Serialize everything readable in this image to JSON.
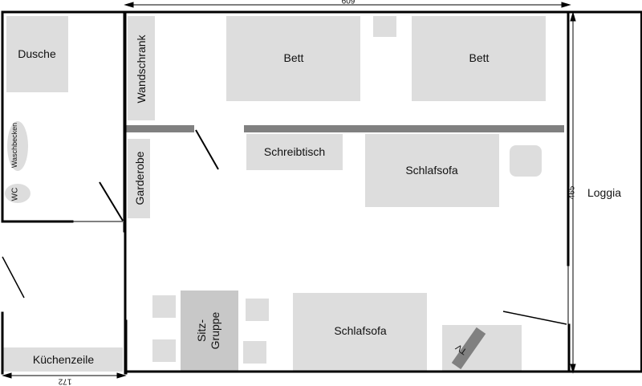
{
  "labels": {
    "shower": "Dusche",
    "wardrobe": "Wandschrank",
    "bed_left": "Bett",
    "bed_right": "Bett",
    "loggia": "Loggia",
    "sink": "Waschbecken",
    "wc": "WC",
    "coat_rack": "Garderobe",
    "desk": "Schreibtisch",
    "sofa_bed_top": "Schlafsofa",
    "sofa_bed_bottom": "Schlafsofa",
    "seating_line1": "Sitz-",
    "seating_line2": "Gruppe",
    "kitchenette": "Küchenzeile",
    "tv": "TV"
  },
  "dimensions": {
    "top_width": "609",
    "right_height": "465",
    "bottom_width": "172"
  },
  "colors": {
    "furniture": "#dddddd",
    "seating": "#c8c8c8",
    "wall": "#000000",
    "partition": "#808080",
    "tv_stand": "#808080"
  }
}
